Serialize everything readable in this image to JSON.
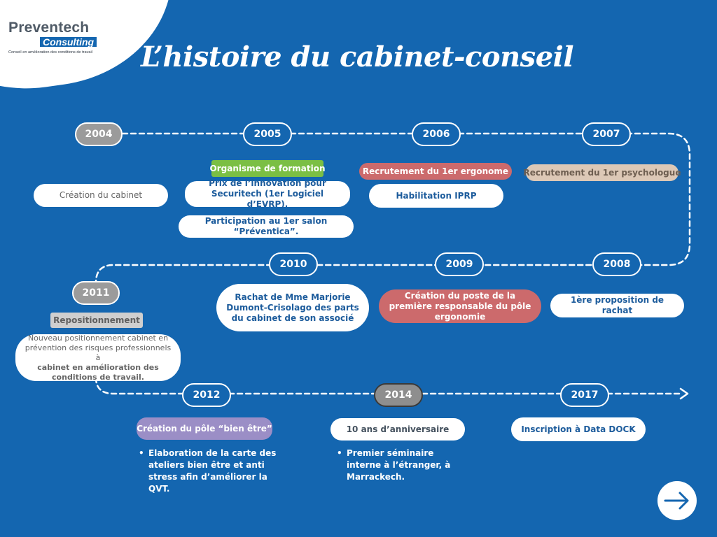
{
  "logo": {
    "main": "Preventech",
    "sub": "Consulting",
    "tagline": "Conseil en amélioration des conditions de travail"
  },
  "title": "L’histoire du cabinet-conseil",
  "colors": {
    "background": "#1466b0",
    "green_tag": "#7bbf44",
    "red_tag": "#cc6a6c",
    "beige_tag": "#dcc8b6",
    "purple_tag": "#9b8ec6",
    "grey_year": "#9b9b9b"
  },
  "years": {
    "y2004": "2004",
    "y2005": "2005",
    "y2006": "2006",
    "y2007": "2007",
    "y2008": "2008",
    "y2009": "2009",
    "y2010": "2010",
    "y2011": "2011",
    "y2012": "2012",
    "y2014": "2014",
    "y2017": "2017"
  },
  "events": {
    "e2004_card": "Création du cabinet",
    "e2005_tag": "Organisme de formation",
    "e2005_card1": "Prix de l’innovation pour Securitech (1er Logiciel d’EVRP).",
    "e2005_card2": "Participation au 1er salon “Préventica”.",
    "e2006_tag": "Recrutement du 1er ergonome",
    "e2006_card": "Habilitation IPRP",
    "e2007_tag": "Recrutement du 1er psychologue",
    "e2008_card": "1ère proposition de rachat",
    "e2009_card": "Création du poste de la première responsable du pôle ergonomie",
    "e2010_card": "Rachat de Mme Marjorie Dumont-Crisolago des parts du cabinet  de son associé",
    "e2011_tag": "Repositionnement",
    "e2011_card_a": "Nouveau positionnement cabinet en prévention des risques professionnels à",
    "e2011_card_b": "cabinet en amélioration  des conditions de travail.",
    "e2012_tag": "Création du pôle “bien être”",
    "e2012_bullet": "Elaboration de la carte des ateliers bien être et anti stress afin d’améliorer la QVT.",
    "e2014_tag": "10 ans d’anniversaire",
    "e2014_bullet": "Premier séminaire interne à l’étranger, à Marrackech.",
    "e2017_card": "Inscription à Data DOCK"
  },
  "icons": {
    "next": "arrow-right-icon",
    "bullet": "•"
  }
}
